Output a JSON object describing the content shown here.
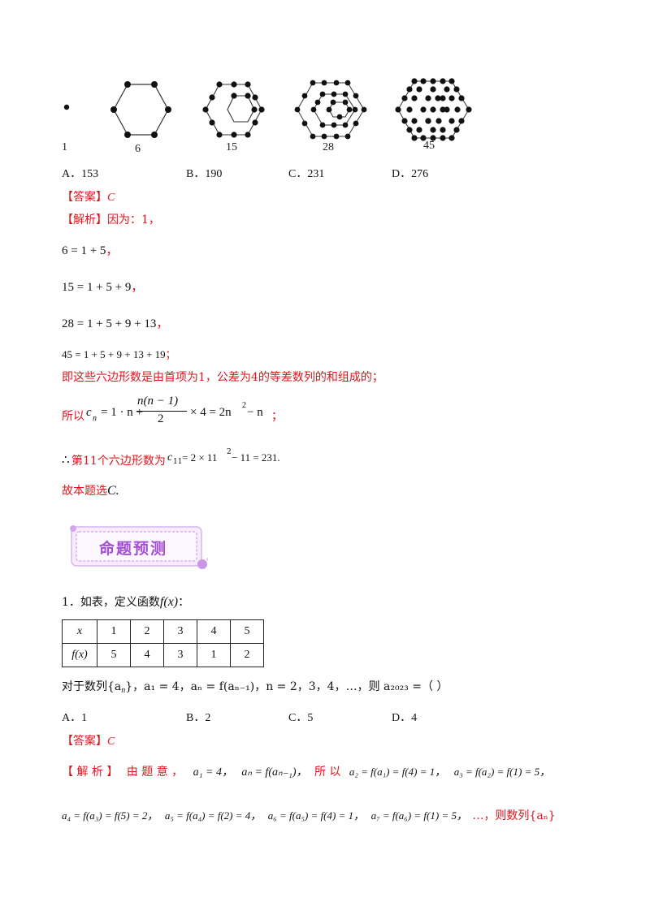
{
  "figure": {
    "labels": [
      "1",
      "6",
      "15",
      "28",
      "45"
    ]
  },
  "q_prev": {
    "choices": [
      {
        "letter": "A．",
        "value": "153"
      },
      {
        "letter": "B．",
        "value": "190"
      },
      {
        "letter": "C．",
        "value": "231"
      },
      {
        "letter": "D．",
        "value": "276"
      }
    ],
    "answer_label": "【答案】",
    "answer_value": "C",
    "analysis_label": "【解析】",
    "analysis_intro": "因为：1，",
    "eq1_left": "6 = 1 + 5",
    "eq1_tail": "，",
    "eq2_left": "15 = 1 + 5 + 9",
    "eq2_tail": "，",
    "eq3_left": "28 = 1 + 5 + 9 + 13",
    "eq3_tail": "，",
    "eq4_left": "45 = 1 + 5 + 9 + 13 + 19",
    "eq4_tail": "；",
    "sentence1": "即这些六边形数是由首项为1，公差为4的等差数列的和组成的；",
    "so_label": "所以",
    "formula_cn": "c",
    "formula_sub": "n",
    "formula_rhs1": "= 1 · n +",
    "formula_num": "n(n − 1)",
    "formula_den": "2",
    "formula_rhs2": "× 4 = 2n",
    "formula_sup": "2",
    "formula_rhs3": " − n",
    "formula_tail": "；",
    "therefore_sym": "∴",
    "therefore_text": "第11个六边形数为",
    "c11": "c",
    "c11_sub": "11",
    "c11_rhs": "= 2 × 11",
    "c11_sup": "2",
    "c11_rhs2": " − 11 = 231.",
    "conclusion": "故本题选",
    "conclusion_c": "C."
  },
  "section_badge": "命题预测",
  "q1": {
    "stem": "1．如表，定义函数",
    "stem_fx": "f(x)",
    "stem_tail": "：",
    "table_header": [
      "x",
      "1",
      "2",
      "3",
      "4",
      "5"
    ],
    "table_row": [
      "f(x)",
      "5",
      "4",
      "3",
      "1",
      "2"
    ],
    "question": "对于数列{a",
    "question_rest": "}，a₁ = 4，aₙ = f(aₙ₋₁)，n = 2，3，4，…，则 a₂₀₂₃ =（     ）",
    "choices": [
      {
        "letter": "A．",
        "value": "1"
      },
      {
        "letter": "B．",
        "value": "2"
      },
      {
        "letter": "C．",
        "value": "5"
      },
      {
        "letter": "D．",
        "value": "4"
      }
    ],
    "answer_label": "【答案】",
    "answer_value": "C",
    "analysis_label": "【 解 析 】",
    "analysis_words": "由 题 意 ，",
    "a1_eq": "a₁ = 4，",
    "an_eq": "aₙ = f(aₙ₋₁)，",
    "suoyi": "所 以",
    "a2_eq": "a₂ = f(a₁) = f(4) = 1，",
    "a3_eq": "a₃ = f(a₂) = f(1) = 5，",
    "a4_eq": "a₄ = f(a₃) = f(5) = 2，",
    "a5_eq": "a₅ = f(a₄) = f(2) = 4，",
    "a6_eq": "a₆ = f(a₅) = f(4) = 1，",
    "a7_eq": "a₇ = f(a₆) = f(1) = 5，",
    "tail": "…，则数列{aₙ}"
  }
}
